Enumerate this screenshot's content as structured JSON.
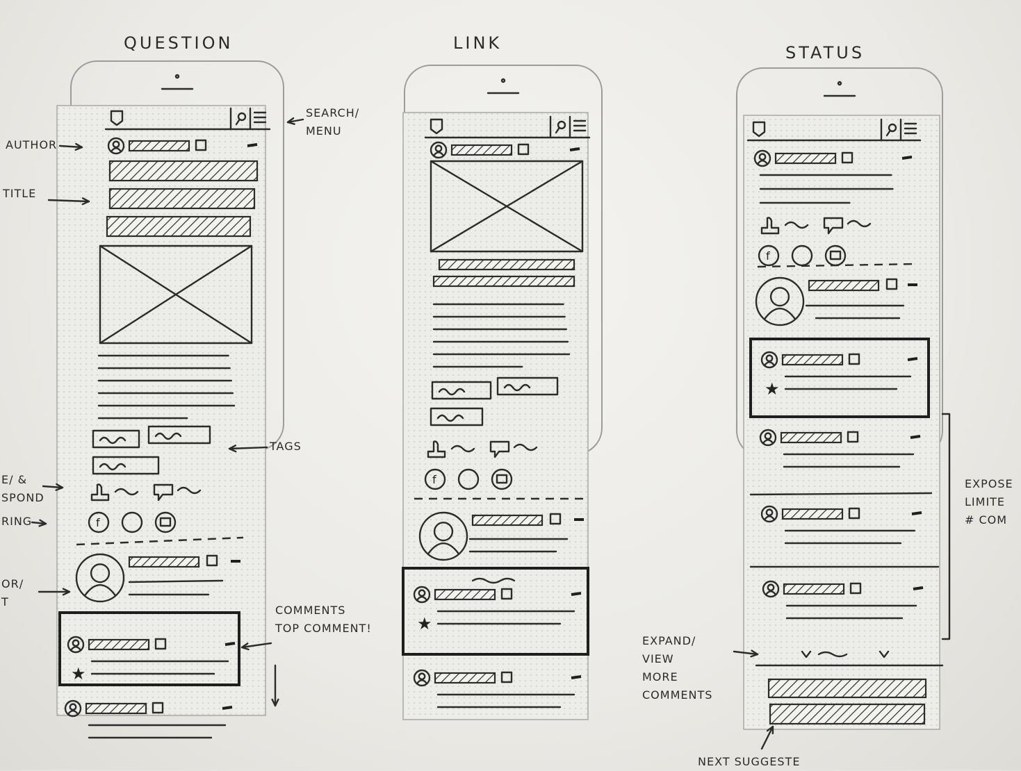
{
  "sketch": {
    "question": {
      "title": "QUESTION",
      "notes": {
        "search_menu": "SEARCH/\nMENU",
        "author": "AUTHOR",
        "title": "TITLE",
        "tags": "TAGS",
        "respond": "E/ &\nSPOND",
        "sharing": "RING",
        "author2": "OR/\nT",
        "comments": "COMMENTS\nTOP COMMENT!"
      }
    },
    "link": {
      "title": "LINK"
    },
    "status": {
      "title": "STATUS",
      "notes": {
        "expose": "EXPOSE\nLIMITE\n# COM",
        "expand": "EXPAND/\nVIEW\nMORE\nCOMMENTS",
        "next": "NEXT SUGGESTE"
      }
    }
  }
}
